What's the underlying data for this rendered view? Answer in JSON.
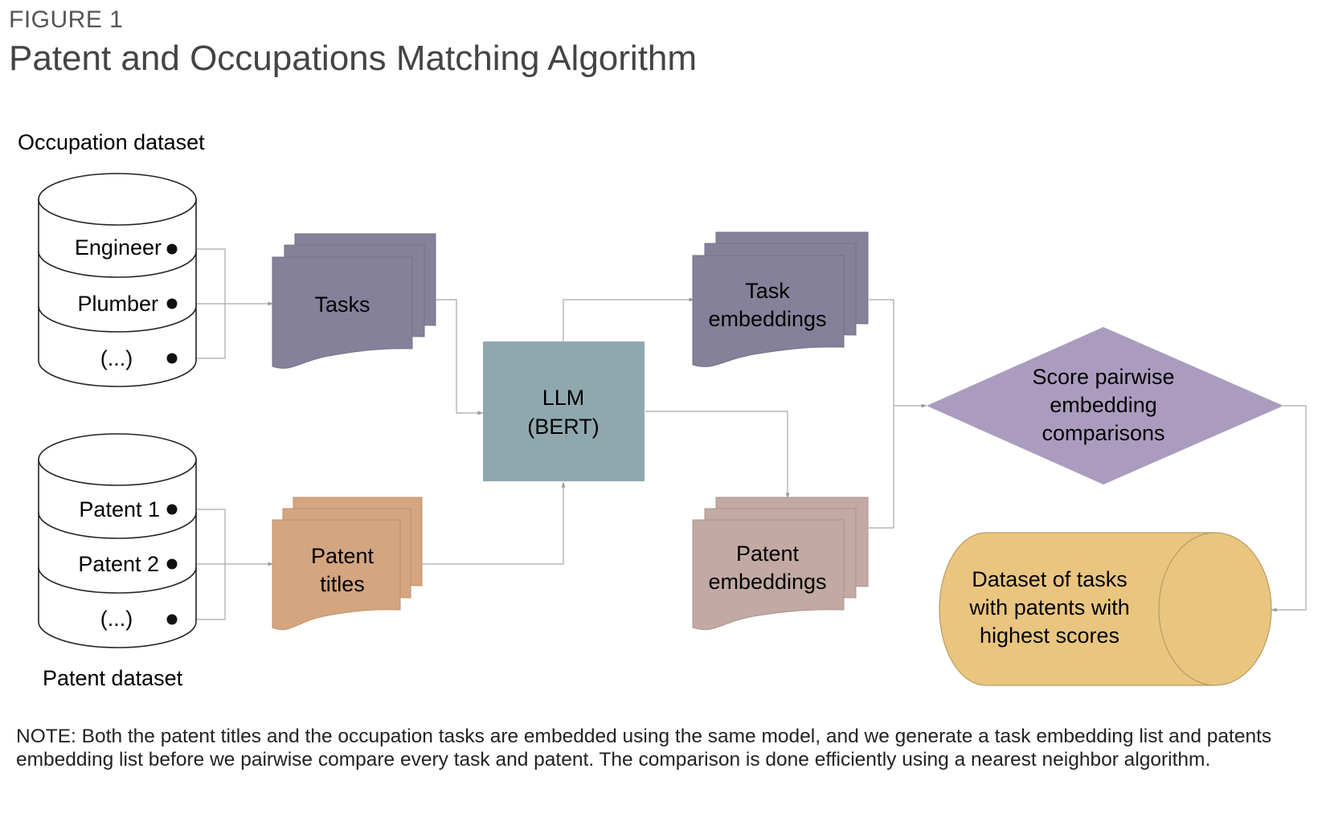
{
  "figure": {
    "label": "FIGURE 1",
    "title": "Patent and Occupations Matching Algorithm"
  },
  "occupation_dataset": {
    "caption": "Occupation dataset",
    "rows": [
      "Engineer",
      "Plumber",
      "(...)"
    ]
  },
  "patent_dataset": {
    "caption": "Patent dataset",
    "rows": [
      "Patent 1",
      "Patent 2",
      "(...)"
    ]
  },
  "nodes": {
    "tasks": "Tasks",
    "patent_titles": [
      "Patent",
      "titles"
    ],
    "llm": [
      "LLM",
      "(BERT)"
    ],
    "task_embeddings": [
      "Task",
      "embeddings"
    ],
    "patent_embeddings": [
      "Patent",
      "embeddings"
    ],
    "score": [
      "Score pairwise",
      "embedding",
      "comparisons"
    ],
    "output_dataset": [
      "Dataset of tasks",
      "with patents with",
      "highest scores"
    ]
  },
  "colors": {
    "tasks": "#85819a",
    "task_embeddings": "#85819a",
    "patent_titles": "#d4a57f",
    "patent_embeddings": "#c2a9a3",
    "llm": "#8fa8ae",
    "score": "#ab9cbf",
    "output_dataset": "#e9c57f",
    "connector": "#999999"
  },
  "note": "NOTE: Both the patent titles and the occupation tasks are embedded using the same model, and we generate a task embedding list and patents embedding list before we pairwise compare every task and patent. The comparison is done efficiently using a nearest neighbor algorithm."
}
